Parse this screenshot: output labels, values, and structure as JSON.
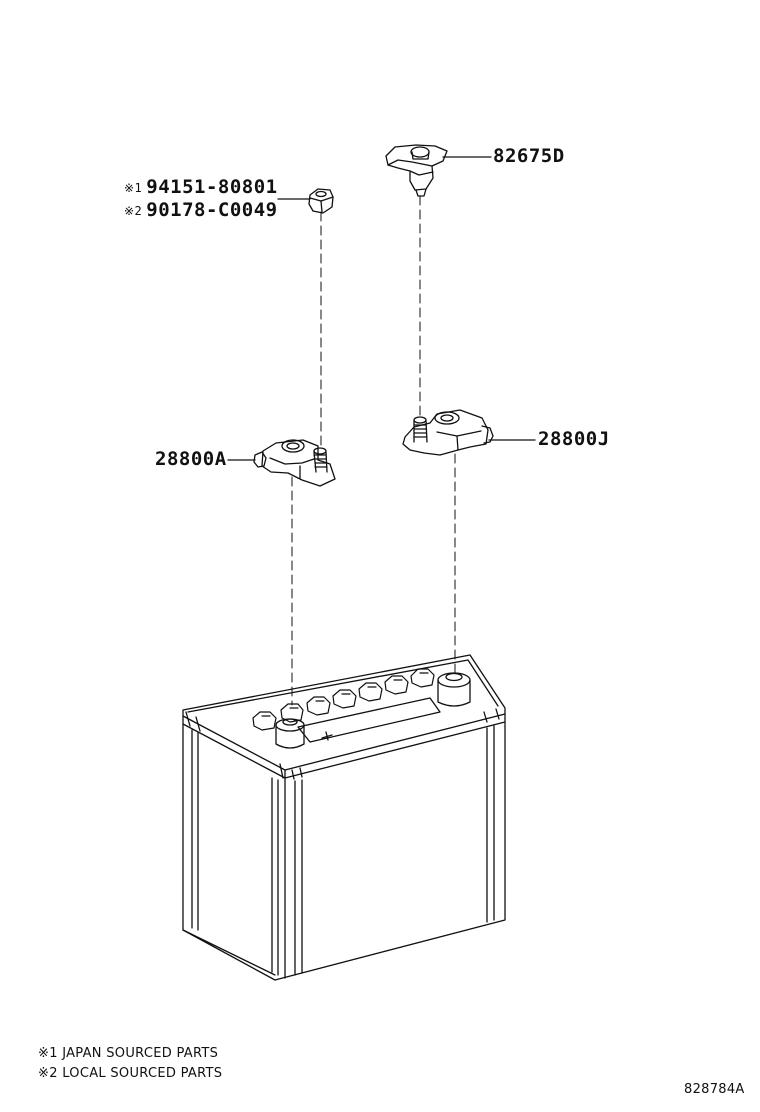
{
  "parts": {
    "cover": "82675D",
    "nut_japan_mark": "※1",
    "nut_japan": "94151-80801",
    "nut_local_mark": "※2",
    "nut_local": "90178-C0049",
    "terminal_neg": "28800A",
    "terminal_pos": "28800J"
  },
  "notes": [
    {
      "mark": "※1",
      "text": "JAPAN SOURCED PARTS"
    },
    {
      "mark": "※2",
      "text": "LOCAL SOURCED PARTS"
    }
  ],
  "figure_id": "828784A",
  "colors": {
    "ink": "#111111",
    "background": "#ffffff"
  }
}
